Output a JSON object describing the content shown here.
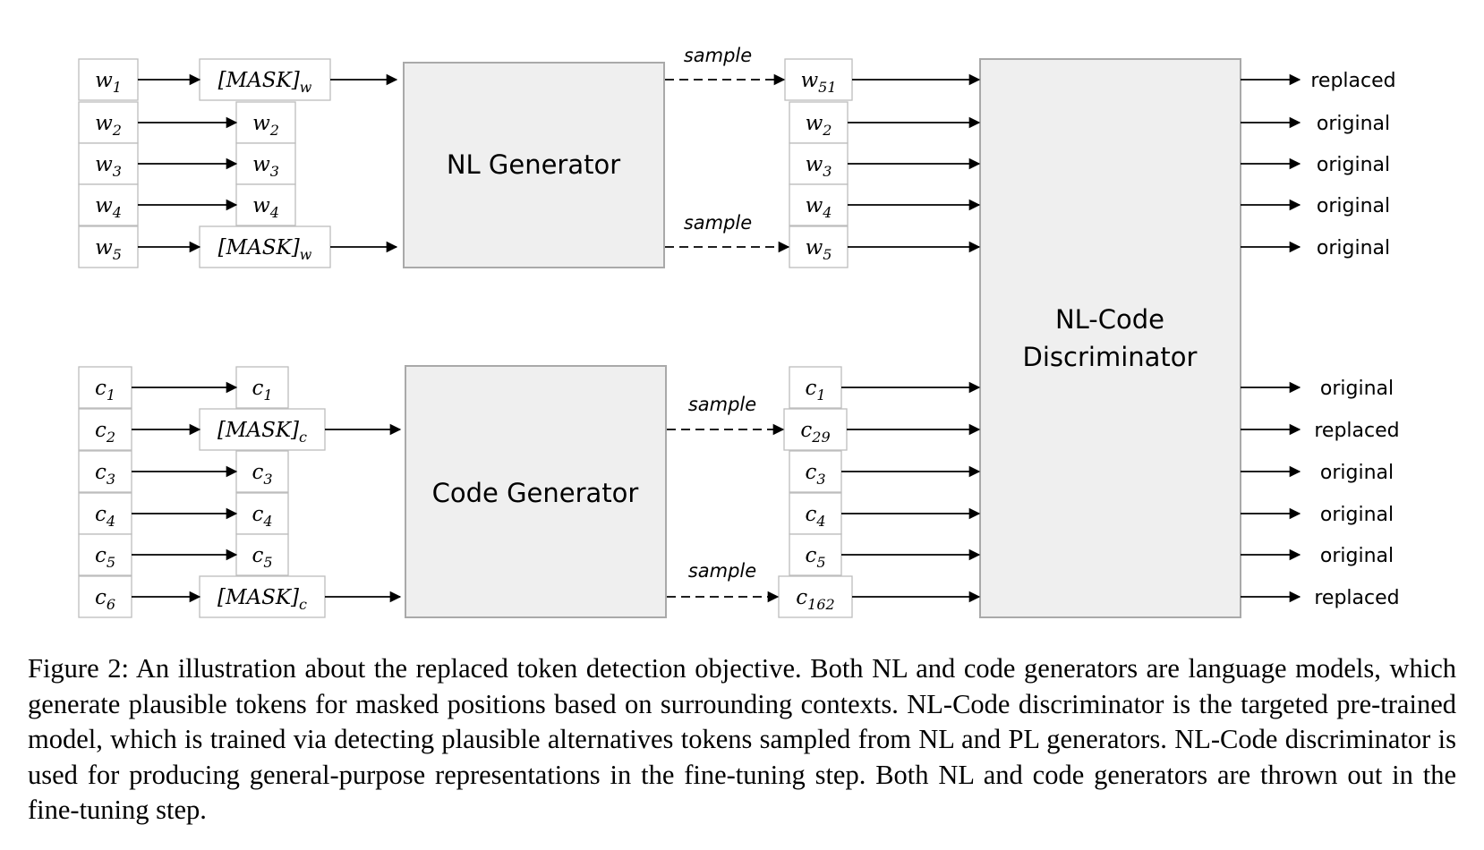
{
  "nl_input_tokens": [
    {
      "base": "w",
      "sub": "1"
    },
    {
      "base": "w",
      "sub": "2"
    },
    {
      "base": "w",
      "sub": "3"
    },
    {
      "base": "w",
      "sub": "4"
    },
    {
      "base": "w",
      "sub": "5"
    }
  ],
  "nl_masked_tokens": [
    {
      "base": "[MASK]",
      "sub": "w"
    },
    {
      "base": "w",
      "sub": "2"
    },
    {
      "base": "w",
      "sub": "3"
    },
    {
      "base": "w",
      "sub": "4"
    },
    {
      "base": "[MASK]",
      "sub": "w"
    }
  ],
  "nl_sampled_tokens": [
    {
      "base": "w",
      "sub": "51"
    },
    {
      "base": "w",
      "sub": "2"
    },
    {
      "base": "w",
      "sub": "3"
    },
    {
      "base": "w",
      "sub": "4"
    },
    {
      "base": "w",
      "sub": "5"
    }
  ],
  "code_input_tokens": [
    {
      "base": "c",
      "sub": "1"
    },
    {
      "base": "c",
      "sub": "2"
    },
    {
      "base": "c",
      "sub": "3"
    },
    {
      "base": "c",
      "sub": "4"
    },
    {
      "base": "c",
      "sub": "5"
    },
    {
      "base": "c",
      "sub": "6"
    }
  ],
  "code_masked_tokens": [
    {
      "base": "c",
      "sub": "1"
    },
    {
      "base": "[MASK]",
      "sub": "c"
    },
    {
      "base": "c",
      "sub": "3"
    },
    {
      "base": "c",
      "sub": "4"
    },
    {
      "base": "c",
      "sub": "5"
    },
    {
      "base": "[MASK]",
      "sub": "c"
    }
  ],
  "code_sampled_tokens": [
    {
      "base": "c",
      "sub": "1"
    },
    {
      "base": "c",
      "sub": "29"
    },
    {
      "base": "c",
      "sub": "3"
    },
    {
      "base": "c",
      "sub": "4"
    },
    {
      "base": "c",
      "sub": "5"
    },
    {
      "base": "c",
      "sub": "162"
    }
  ],
  "nl_generator_label": "NL Generator",
  "code_generator_label": "Code Generator",
  "discriminator_label_lines": [
    "NL-Code",
    "Discriminator"
  ],
  "sample_label": "sample",
  "nl_outputs": [
    "replaced",
    "original",
    "original",
    "original",
    "original"
  ],
  "code_outputs": [
    "original",
    "replaced",
    "original",
    "original",
    "original",
    "replaced"
  ],
  "caption": "Figure 2: An illustration about the replaced token detection objective. Both NL and code generators are language models, which generate plausible tokens for masked positions based on surrounding contexts. NL-Code discriminator is the targeted pre-trained model, which is trained via detecting plausible alternatives tokens sampled from NL and PL generators. NL-Code discriminator is used for producing general-purpose representations in the fine-tuning step. Both NL and code generators are thrown out in the fine-tuning step."
}
